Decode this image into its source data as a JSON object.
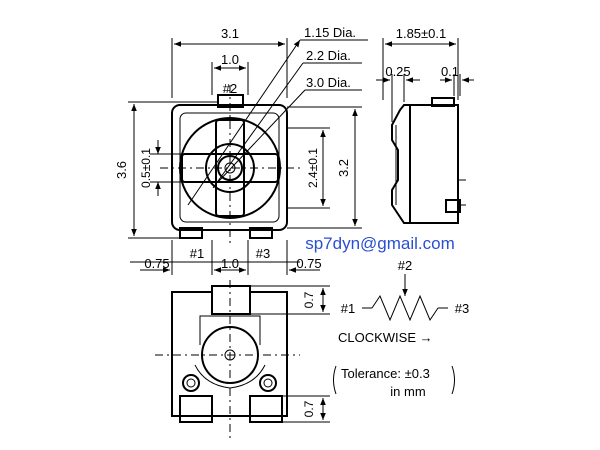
{
  "dims": {
    "overall_width": "3.1",
    "pin2_width": "1.0",
    "dia_small": "1.15 Dia.",
    "dia_mid": "2.2 Dia.",
    "dia_large": "3.0 Dia.",
    "side_width": "1.85±0.1",
    "side_a": "0.25",
    "side_b": "0.1",
    "height_total": "3.6",
    "offset": "0.5±0.1",
    "inner_h": "2.4±0.1",
    "body_h": "3.2",
    "bottom_left": "0.75",
    "bottom_mid": "1.0",
    "bottom_right": "0.75",
    "pad_top": "0.7",
    "pad_bottom": "0.7"
  },
  "pins": {
    "pin1": "#1",
    "pin2": "#2",
    "pin3": "#3"
  },
  "schematic": {
    "wiper": "#2",
    "left": "#1",
    "right": "#3",
    "direction": "CLOCKWISE →"
  },
  "tolerance": {
    "line1": "Tolerance: ±0.3",
    "line2": "in mm"
  },
  "watermark": "sp7dyn@gmail.com"
}
